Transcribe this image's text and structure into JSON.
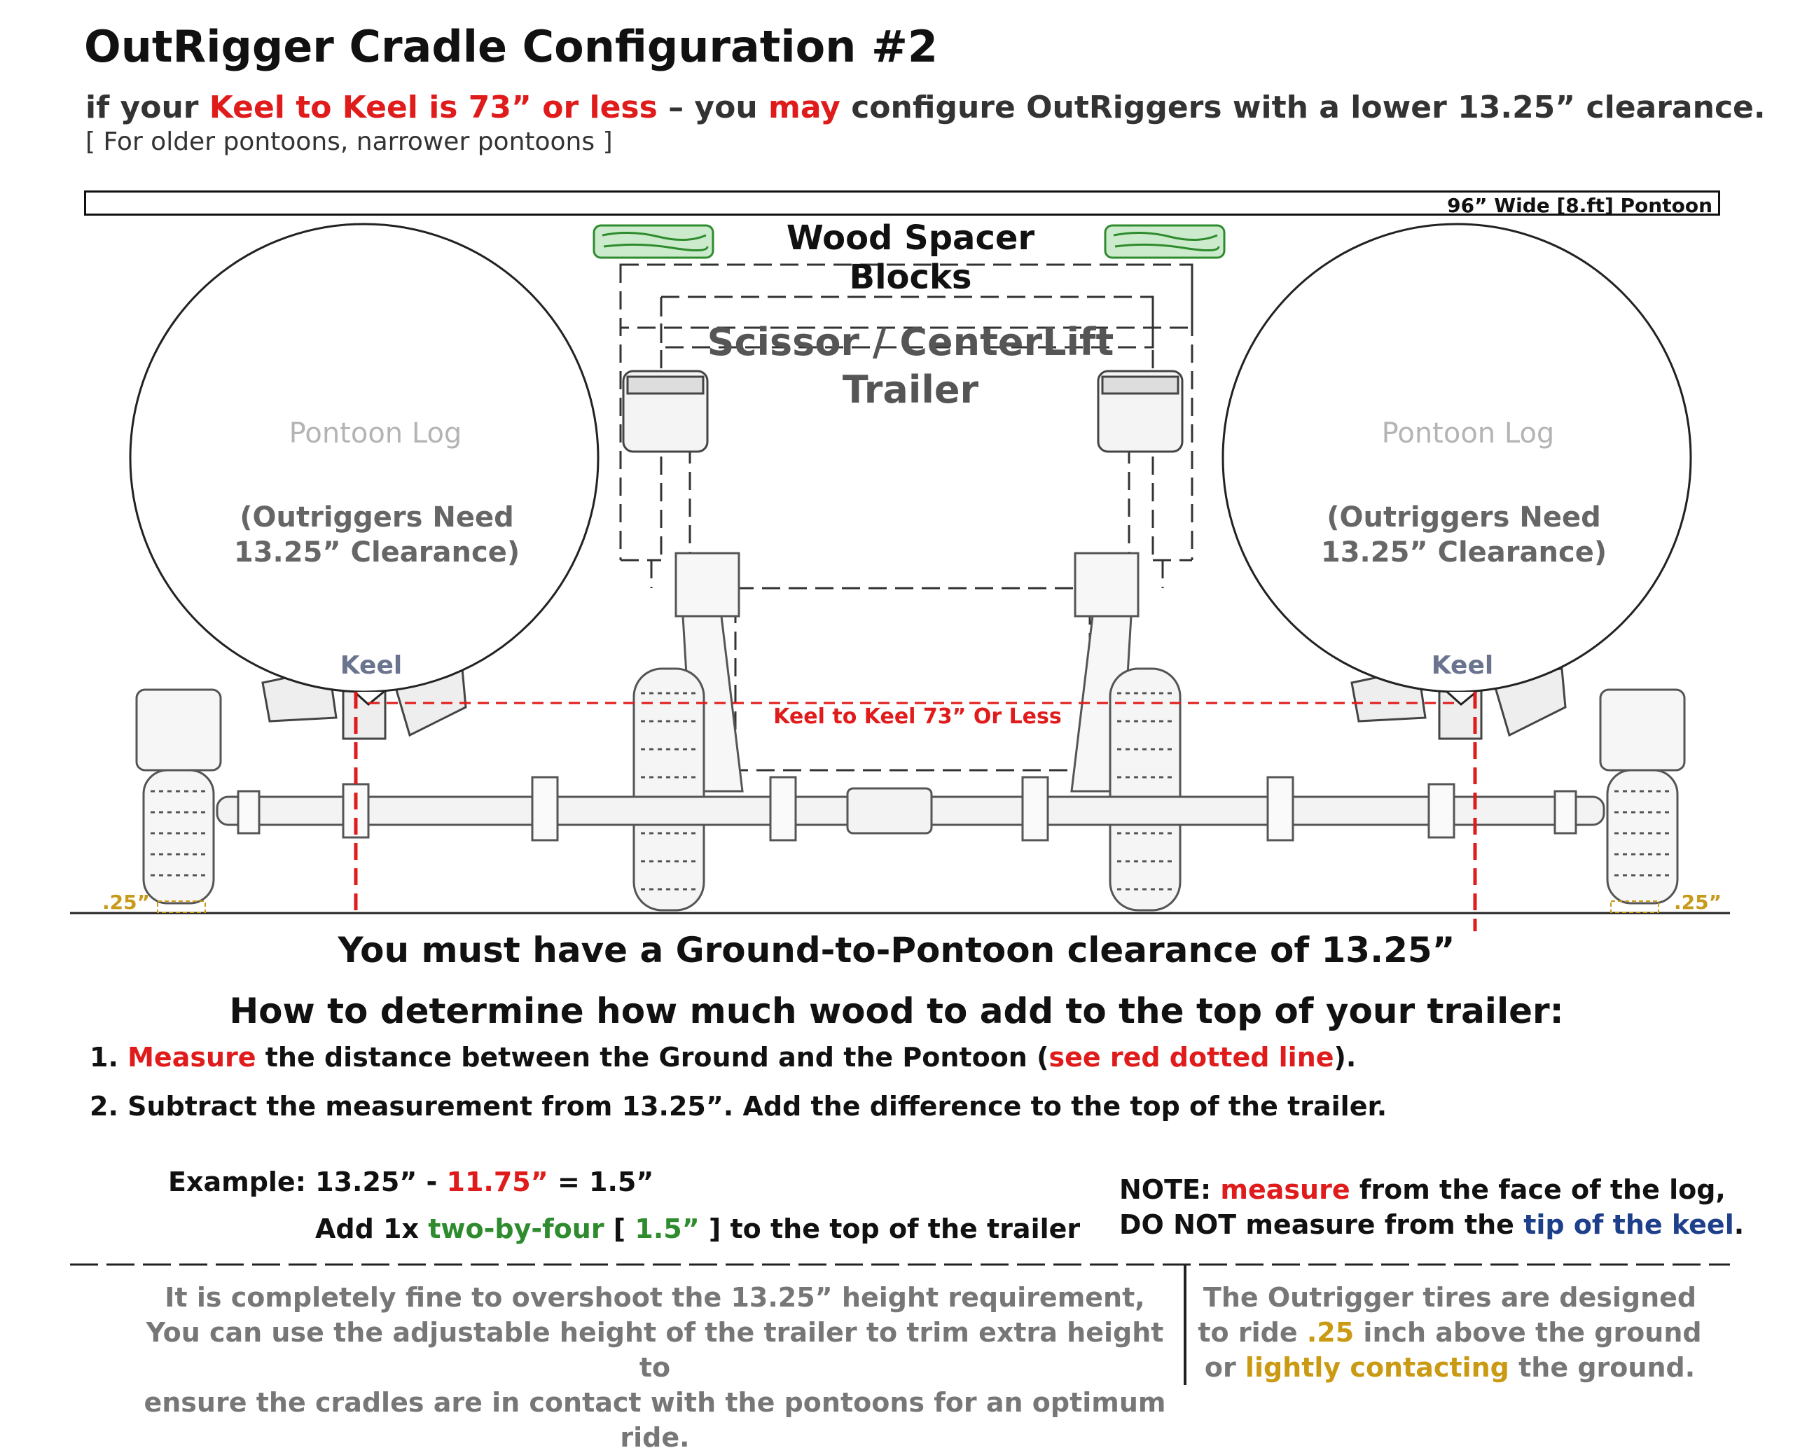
{
  "title": "OutRigger Cradle Configuration #2",
  "subtitle": {
    "pre": "if your ",
    "highlight1": "Keel to Keel is 73” or less",
    "mid1": " – you ",
    "highlight2": "may",
    "post": " configure OutRiggers with a lower 13.25” clearance."
  },
  "subnote": "[ For older pontoons, narrower pontoons ]",
  "banner_label": "96” Wide [8.ft] Pontoon",
  "diagram": {
    "wood_blocks_label": "Wood Spacer Blocks",
    "trailer_label_line1": "Scissor / CenterLift",
    "trailer_label_line2": "Trailer",
    "left_log": {
      "name": "Pontoon Log",
      "need_line1": "(Outriggers Need",
      "need_line2": "13.25” Clearance)"
    },
    "right_log": {
      "name": "Pontoon Log",
      "need_line1": "(Outriggers Need",
      "need_line2": "13.25” Clearance)"
    },
    "keel_label": "Keel",
    "keel_to_keel": "Keel to Keel 73” Or Less",
    "tire_gap_left": ".25”",
    "tire_gap_right": ".25”"
  },
  "requirement": "You must have a Ground-to-Pontoon clearance of 13.25”",
  "how_heading": "How to determine how much wood to add to the top of your trailer:",
  "steps": {
    "s1_num": "1. ",
    "s1_red": "Measure",
    "s1_mid": " the distance between the Ground and the Pontoon (",
    "s1_red2": "see red dotted line",
    "s1_end": ").",
    "s2": "2. Subtract the measurement from 13.25”.  Add the difference to the top of the trailer."
  },
  "example": {
    "prefix": "Example:  13.25” -  ",
    "measured": "11.75”",
    "result": "  = 1.5”",
    "add_pre": "Add 1x ",
    "add_green": "two-by-four",
    "add_bracket_open": " [ ",
    "add_green2": "1.5”",
    "add_bracket_close": " ] ",
    "add_post": "to the top of the trailer"
  },
  "note": {
    "l1_pre": "NOTE: ",
    "l1_red": "measure",
    "l1_post": " from the face of the log,",
    "l2_pre": "DO NOT measure from the ",
    "l2_blue": "tip of the keel",
    "l2_post": "."
  },
  "footer_left": {
    "l1": "It is completely fine to overshoot the 13.25” height requirement,",
    "l2": "You can use the adjustable height of the trailer to trim extra height to",
    "l3": "ensure the cradles are in contact with the pontoons for an optimum ride."
  },
  "footer_right": {
    "l1": "The Outrigger tires are designed",
    "l2_pre": "to ride ",
    "l2_gold": ".25",
    "l2_post": " inch above the ground",
    "l3_pre": "or ",
    "l3_gold": "lightly contacting",
    "l3_post": " the ground."
  },
  "colors": {
    "accent_red": "#e01b1b",
    "wood_green": "#3a9a3a",
    "gold": "#c99a12",
    "keel_blue": "#1e3f8a"
  }
}
